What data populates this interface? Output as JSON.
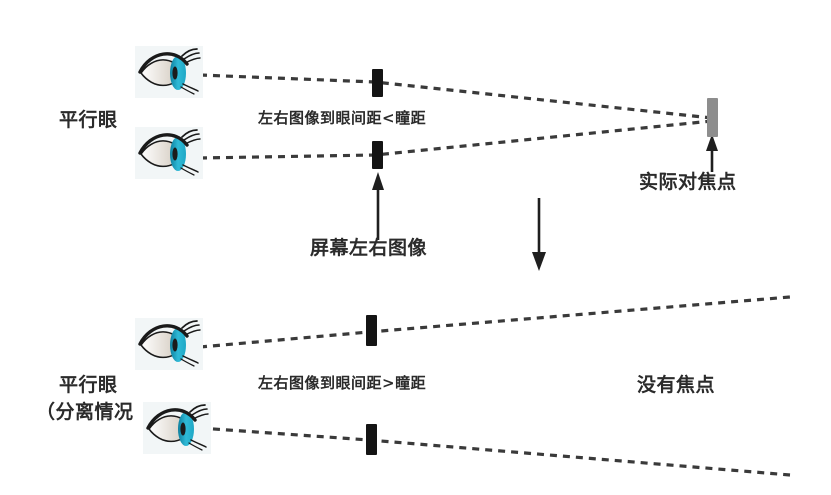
{
  "diagram": {
    "title_semantic": "parallel-eye-viewing-stereogram-focus-diagram",
    "colors": {
      "text": "#2b2b2b",
      "bar_black": "#141414",
      "bar_gray": "#8d8d8d",
      "dash_line": "#3a3a3a",
      "iris": "#1fa8c6",
      "iris_dark": "#0d7f9e",
      "eye_bg": "#f2f6f7",
      "sclera": "#ded6cc"
    },
    "top_panel": {
      "eye_label": "平行眼",
      "screen_images_label": "左右图像到眼间距<瞳距",
      "screen_pointer_label": "屏幕左右图像",
      "focus_label": "实际对焦点",
      "eye_icon_top": "eye-icon",
      "eye_icon_bottom": "eye-icon",
      "left_image_bar": "screen-image-bar",
      "right_image_bar": "screen-image-bar",
      "focus_bar": "actual-focus-bar",
      "up_arrow": "up-arrow-icon",
      "focus_arrow": "up-arrow-icon"
    },
    "transition": {
      "arrow": "down-arrow-icon"
    },
    "bottom_panel": {
      "eye_label_line1": "平行眼",
      "eye_label_line2": "（分离情况",
      "screen_images_label": "左右图像到眼间距>瞳距",
      "no_focus_label": "没有焦点",
      "eye_icon_top": "eye-icon",
      "eye_icon_bottom": "eye-icon",
      "left_image_bar": "screen-image-bar",
      "right_image_bar": "screen-image-bar"
    }
  }
}
